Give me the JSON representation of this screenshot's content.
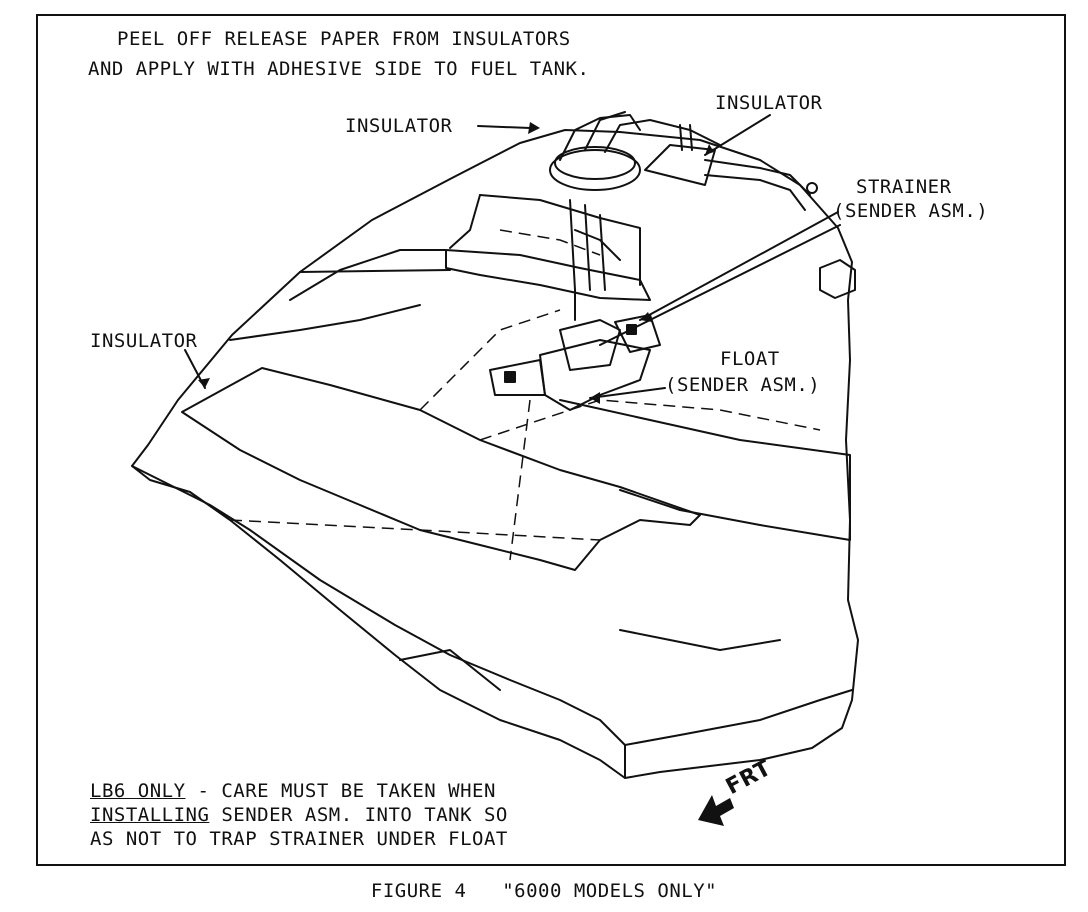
{
  "instructions": {
    "line1": "PEEL OFF RELEASE PAPER FROM INSULATORS",
    "line2": "AND APPLY WITH ADHESIVE SIDE TO FUEL TANK."
  },
  "labels": {
    "insulator_top_left": "INSULATOR",
    "insulator_top_right": "INSULATOR",
    "insulator_left": "INSULATOR",
    "strainer_line1": "STRAINER",
    "strainer_line2": "(SENDER ASM.)",
    "float_line1": "FLOAT",
    "float_line2": "(SENDER ASM.)"
  },
  "note": {
    "emphasis": "LB6 ONLY",
    "line1_rest": " - CARE MUST BE TAKEN WHEN",
    "line2_underlined": "INSTALLING",
    "line2_rest": " SENDER ASM. INTO TANK SO",
    "line3": "AS NOT TO TRAP STRAINER UNDER FLOAT"
  },
  "direction_marker": "FRT",
  "caption": "FIGURE 4   \"6000 MODELS ONLY\""
}
